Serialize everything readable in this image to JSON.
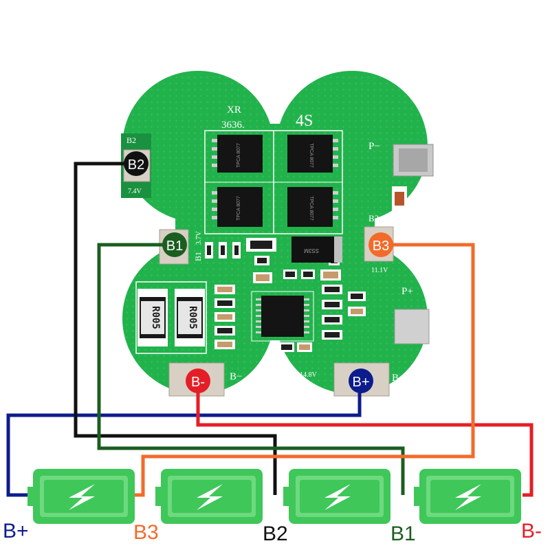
{
  "board": {
    "brand": "XR",
    "part": "3636.",
    "cells": "4S",
    "pads": {
      "b2": "B2",
      "b2_voltage": "7.4V",
      "b1": "B1",
      "b1_voltage": "3.7V",
      "b3": "B3",
      "b3_voltage": "11.1V",
      "p_minus": "P−",
      "p_plus": "P+",
      "b_minus": "B−",
      "b_plus": "B+",
      "total_voltage": "14.8V"
    },
    "resistors": [
      "R005",
      "R005"
    ],
    "mosfet_marks": [
      "TPCA 8077",
      "TPCA 8077",
      "TPCA 8077",
      "TPCA 8077"
    ],
    "diode_mark": "SS3M"
  },
  "badges": {
    "b2": "B2",
    "b1": "B1",
    "b3": "B3",
    "b_minus": "B-",
    "b_plus": "B+"
  },
  "bottom_labels": {
    "b_plus": "B+",
    "b3": "B3",
    "b2": "B2",
    "b1": "B1",
    "b_minus": "B-"
  },
  "colors": {
    "board_green": "#22b24c",
    "wire_black": "#111111",
    "wire_b1": "#1b5e20",
    "wire_b3": "#f26b2a",
    "wire_blue": "#0d1c8c",
    "wire_red": "#e41e26",
    "battery_green": "#3fc75a",
    "battery_light": "#6ed97e"
  },
  "battery_icon": "lightning-bolt-icon"
}
